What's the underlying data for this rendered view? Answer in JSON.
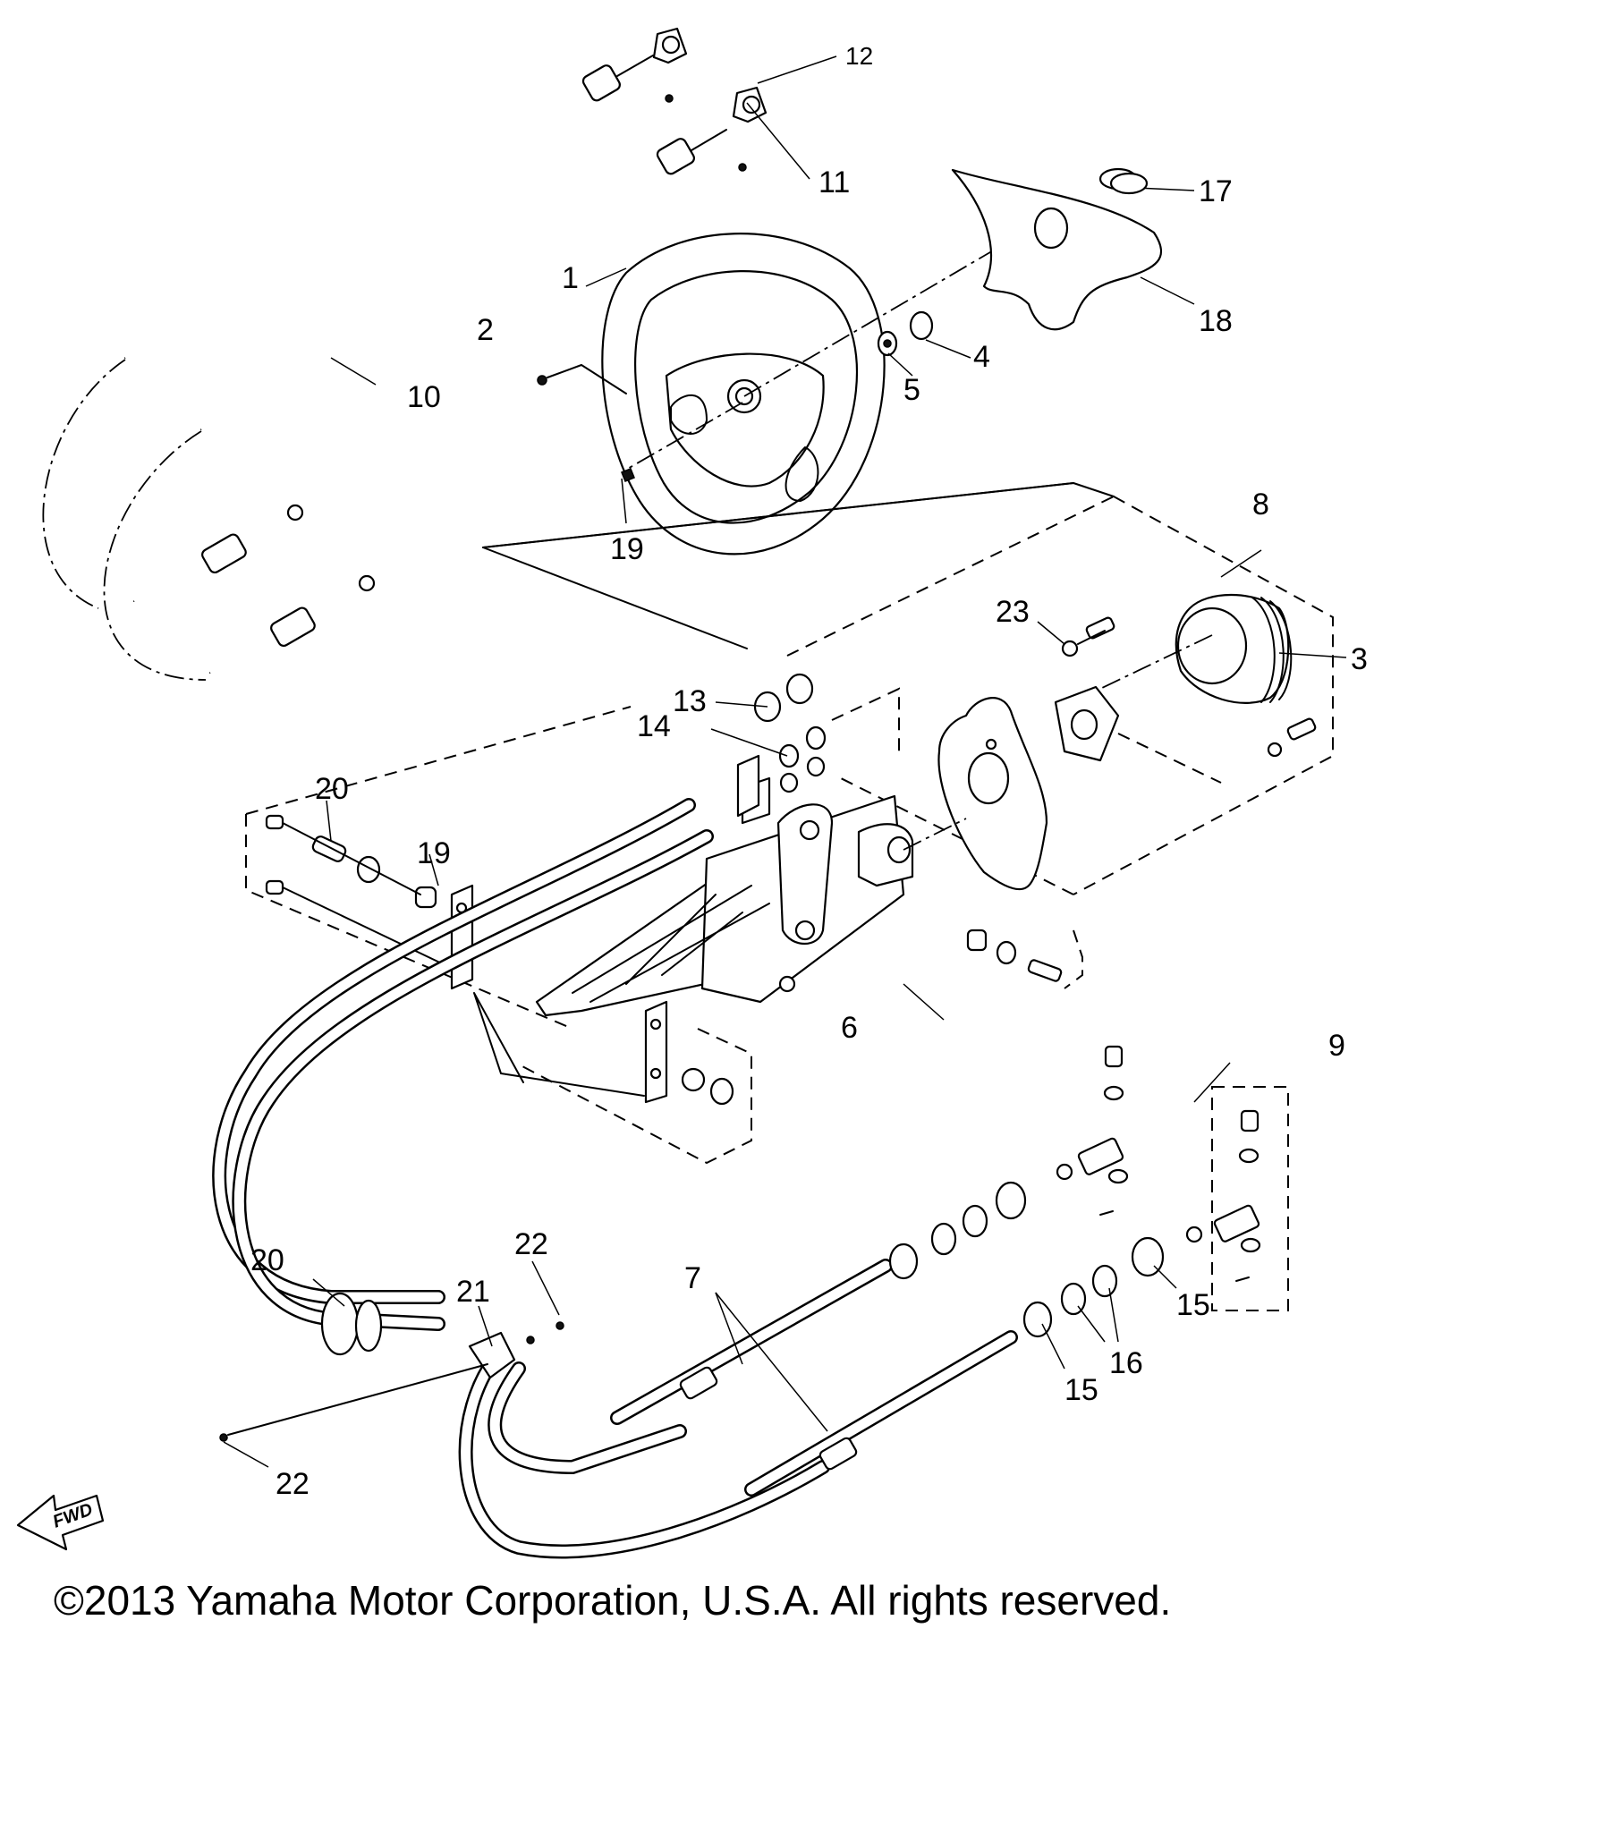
{
  "callouts": {
    "c1": "1",
    "c2": "2",
    "c3": "3",
    "c4": "4",
    "c5": "5",
    "c6": "6",
    "c7": "7",
    "c8": "8",
    "c9": "9",
    "c10": "10",
    "c11": "11",
    "c12": "12",
    "c13": "13",
    "c14": "14",
    "c15a": "15",
    "c15b": "15",
    "c16": "16",
    "c17": "17",
    "c18": "18",
    "c19a": "19",
    "c19b": "19",
    "c20a": "20",
    "c20b": "20",
    "c21": "21",
    "c22a": "22",
    "c22b": "22",
    "c23": "23"
  },
  "fwd_label": "FWD",
  "copyright": "©2013 Yamaha Motor Corporation, U.S.A. All rights reserved."
}
